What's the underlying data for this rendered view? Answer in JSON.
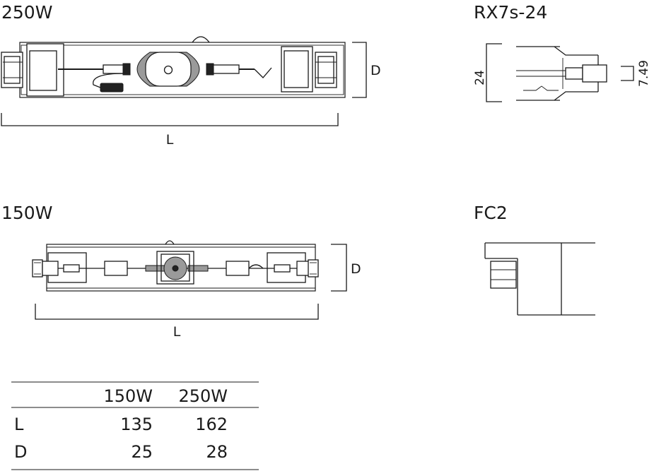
{
  "views": {
    "lamp_250w": {
      "title": "250W",
      "dim_length": "L",
      "dim_diameter": "D"
    },
    "base_rx7s": {
      "title": "RX7s-24",
      "dim_height": "24",
      "dim_pin": "7.49"
    },
    "lamp_150w": {
      "title": "150W",
      "dim_length": "L",
      "dim_diameter": "D"
    },
    "base_fc2": {
      "title": "FC2"
    }
  },
  "table": {
    "columns": [
      "",
      "150W",
      "250W"
    ],
    "rows": [
      {
        "label": "L",
        "values": [
          "135",
          "162"
        ]
      },
      {
        "label": "D",
        "values": [
          "25",
          "28"
        ]
      }
    ]
  }
}
